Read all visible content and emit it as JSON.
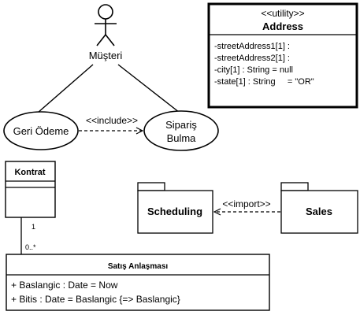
{
  "actor": {
    "name": "Müşteri"
  },
  "usecases": {
    "refund": "Geri Ödeme",
    "order_line1": "Sipariş",
    "order_line2": "Bulma"
  },
  "include_label": "<<include>>",
  "utility_class": {
    "stereotype": "<<utility>>",
    "name": "Address",
    "attributes": [
      "-streetAddress1[1] :",
      "-streetAddress2[1] :",
      "-city[1] : String = null",
      "-state[1] : String     = \"OR\""
    ]
  },
  "class_kontrat": {
    "name": "Kontrat"
  },
  "multiplicity": {
    "top": "1",
    "bottom": "0..*"
  },
  "class_satis": {
    "name": "Satış Anlaşması",
    "attributes": [
      "+ Baslangic : Date = Now",
      "+ Bitis : Date = Baslangic {=> Baslangic}"
    ]
  },
  "packages": {
    "left": "Scheduling",
    "right": "Sales"
  },
  "import_label": "<<import>>"
}
